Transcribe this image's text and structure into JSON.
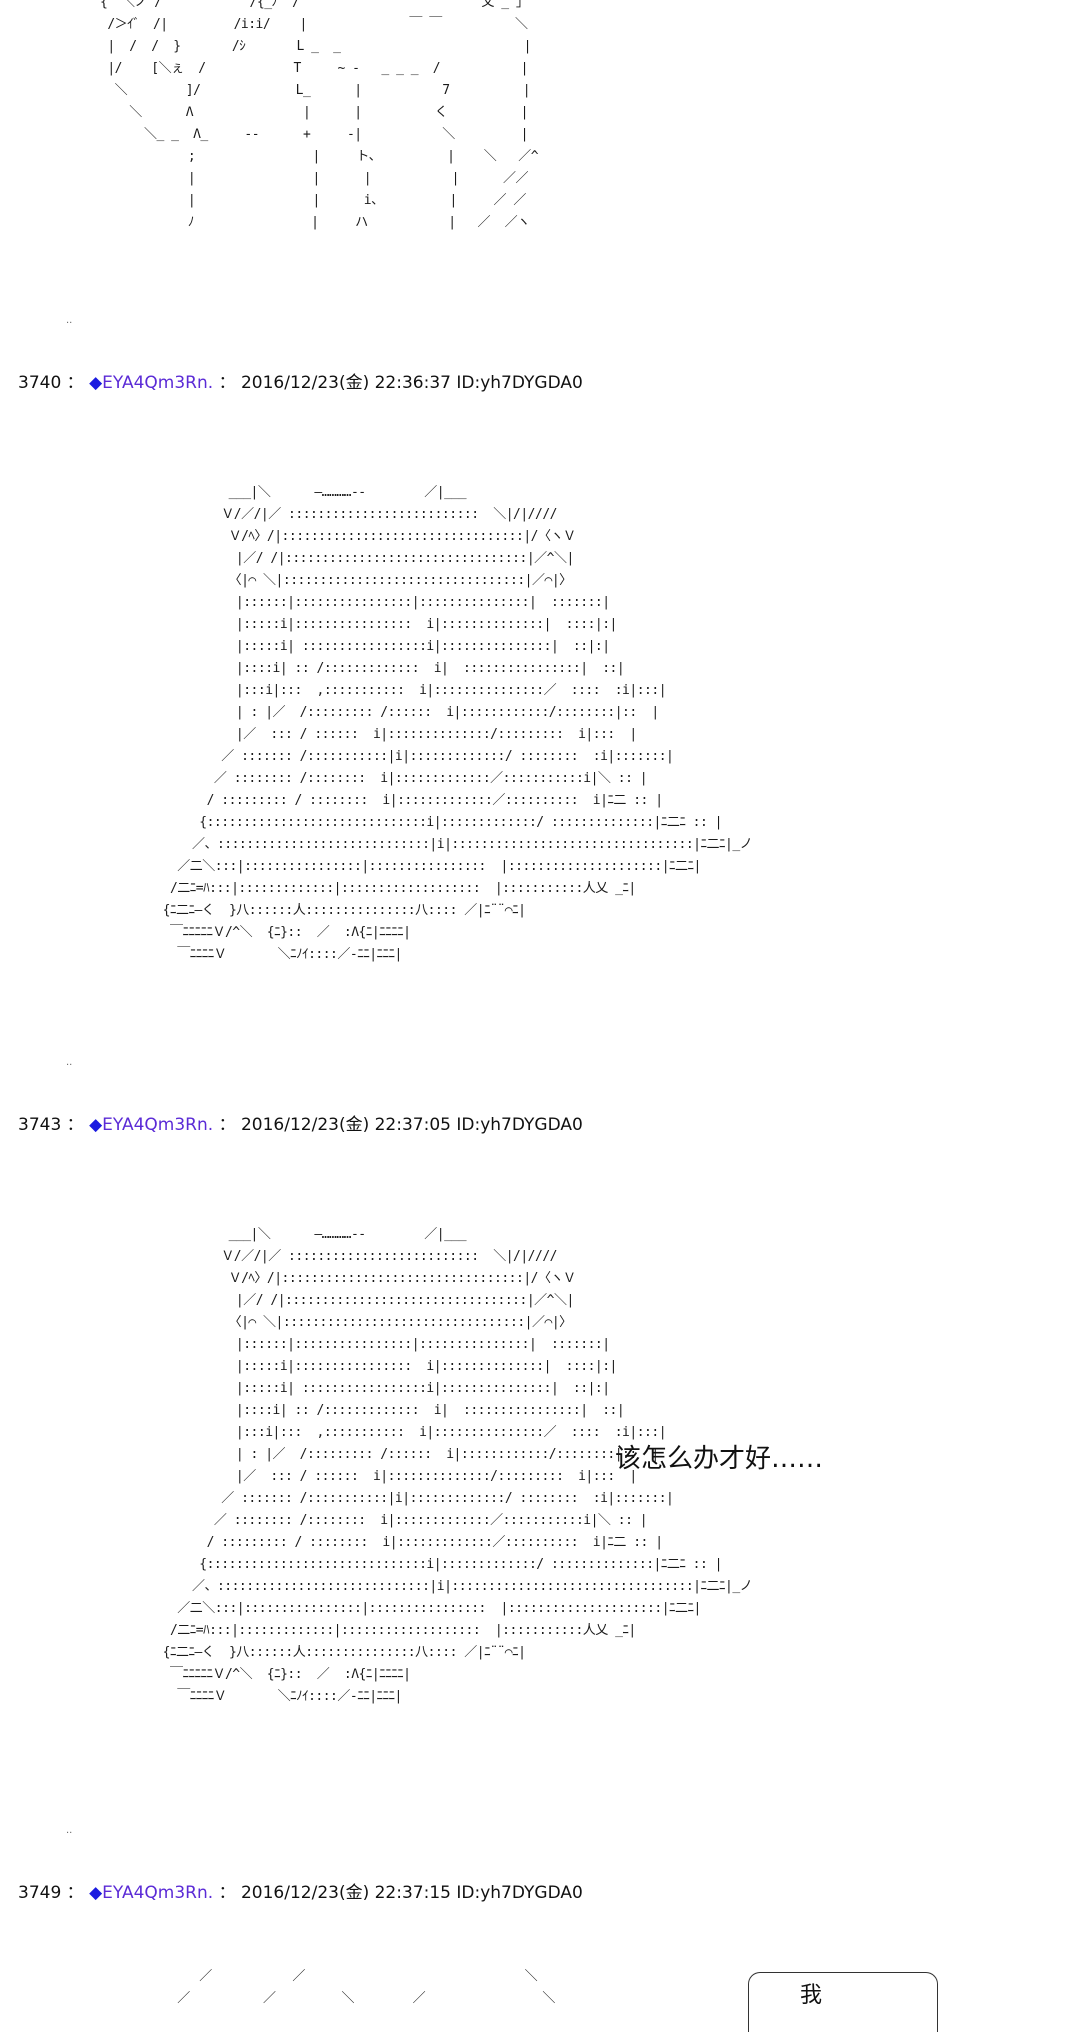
{
  "posts": [
    {
      "number": "3740",
      "separator": "：",
      "trip_diamond": "◆",
      "name": "EYA4Qm3Rn.",
      "colon": "：",
      "datetime": "2016/12/23(金) 22:36:37",
      "id": "ID:yh7DYGDA0"
    },
    {
      "number": "3743",
      "separator": "：",
      "trip_diamond": "◆",
      "name": "EYA4Qm3Rn.",
      "colon": "：",
      "datetime": "2016/12/23(金) 22:37:05",
      "id": "ID:yh7DYGDA0",
      "speech": "该怎么办才好……"
    },
    {
      "number": "3749",
      "separator": "：",
      "trip_diamond": "◆",
      "name": "EYA4Qm3Rn.",
      "colon": "：",
      "datetime": "2016/12/23(金) 22:37:15",
      "id": "ID:yh7DYGDA0",
      "speech_bubble": "我"
    }
  ],
  "ellipsis_mark": "..",
  "colors": {
    "name": "#5b2bd6",
    "trip_diamond": "#1a1ae0",
    "text": "#111111",
    "background": "#ffffff"
  }
}
